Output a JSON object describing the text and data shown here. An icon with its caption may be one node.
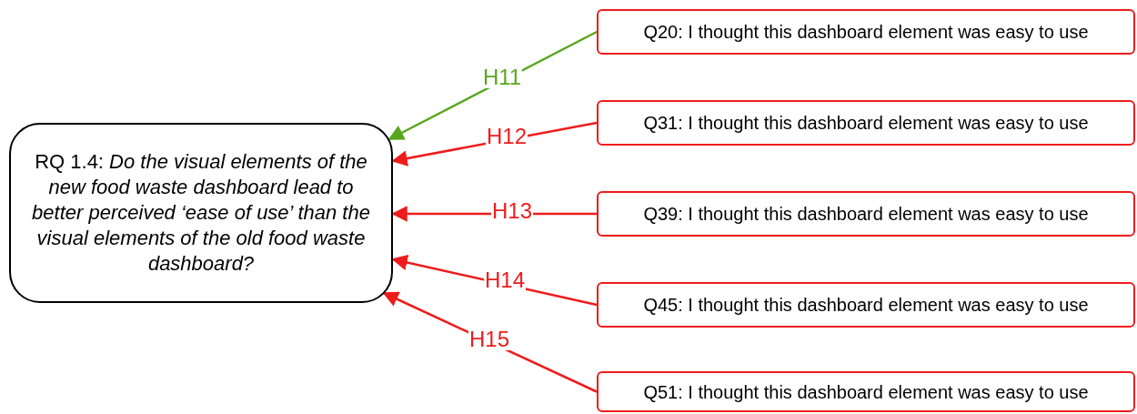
{
  "diagram": {
    "nodes": [
      {
        "text": [
          "RQ 1.4: *Do the visual elements of the new food waste dashboard lead to better perceived ‘ease of use’ than the visual elements of the old food waste dashboard?*"
        ]
      },
      {
        "text": [
          "Q20: I thought this dashboard element was easy to use"
        ]
      },
      {
        "text": [
          "Q31: I thought this dashboard element was easy to use"
        ]
      },
      {
        "text": [
          "Q39: I thought this dashboard element was easy to use"
        ]
      },
      {
        "text": [
          "Q45: I thought this dashboard element was easy to use"
        ]
      },
      {
        "text": [
          "Q51: I thought this dashboard element was easy to use"
        ]
      }
    ],
    "edges": [
      {
        "from": 1,
        "to": 0,
        "arrow": "to",
        "label": "H11",
        "color": "#5aa61e"
      },
      {
        "from": 2,
        "to": 0,
        "arrow": "to",
        "label": "H12"
      },
      {
        "from": 3,
        "to": 0,
        "arrow": "to",
        "label": "H13"
      },
      {
        "from": 4,
        "to": 0,
        "arrow": "to",
        "label": "H14"
      },
      {
        "from": 5,
        "to": 0,
        "arrow": "to",
        "label": "H15"
      }
    ]
  }
}
